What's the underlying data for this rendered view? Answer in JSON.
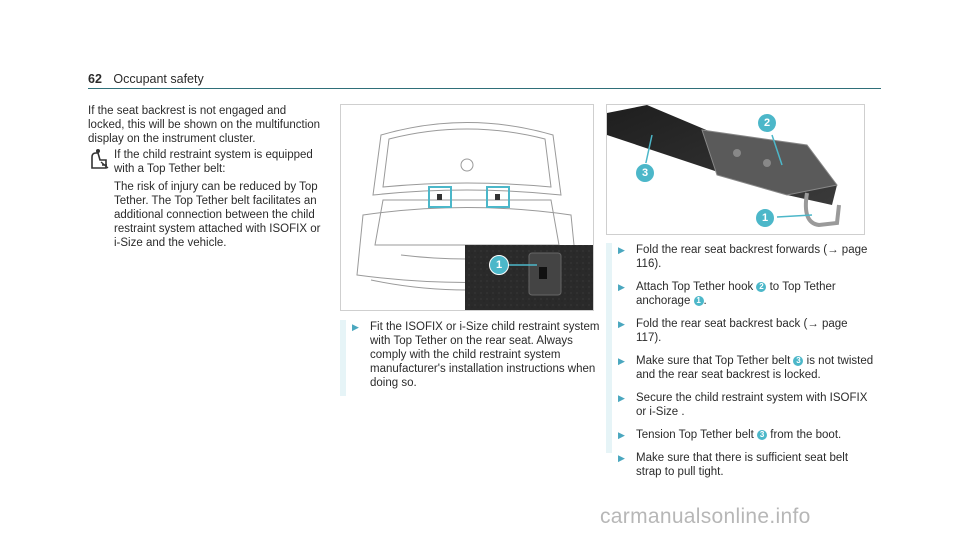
{
  "header": {
    "page_number": "62",
    "section": "Occupant safety"
  },
  "intro": {
    "text": "If the seat backrest is not engaged and locked, this will be shown on the multifunction display on the instrument cluster.",
    "warning_title": "If the child restraint system is equipped with a Top Tether belt:",
    "warning_body": "The risk of injury can be reduced by Top Tether. The Top Tether belt facilitates an additional connection between the child restraint system attached with ISOFIX or i-Size and the vehicle."
  },
  "figure1": {
    "callout": "1"
  },
  "figure2": {
    "callouts": [
      "2",
      "3",
      "1"
    ]
  },
  "steps1": [
    {
      "text": "Fit the ISOFIX or i-Size child restraint system with Top Tether on the rear seat. Always comply with the child restraint system manufacturer's installation instructions when doing so."
    }
  ],
  "steps2": [
    {
      "pre": "Fold the rear seat backrest forwards (→ page 116).",
      "badge": "",
      "post": ""
    },
    {
      "pre": "Attach Top Tether hook ",
      "badge": "2",
      "mid": " to Top Tether anchorage ",
      "badge2": "1",
      "post": "."
    },
    {
      "pre": "Fold the rear seat backrest back (→ page 117).",
      "badge": "",
      "post": ""
    },
    {
      "pre": "Make sure that Top Tether belt ",
      "badge": "3",
      "post": " is not twisted and the rear seat backrest is locked."
    },
    {
      "pre": "Secure the child restraint system with ISOFIX or i-Size .",
      "badge": "",
      "post": ""
    },
    {
      "pre": "Tension Top Tether belt ",
      "badge": "3",
      "post": " from the boot."
    },
    {
      "pre": "Make sure that there is sufficient seat belt strap to pull tight.",
      "badge": "",
      "post": ""
    }
  ],
  "watermark": "carmanualsonline.info",
  "colors": {
    "accent": "#4cb7c9",
    "rule": "#2f6f79",
    "step_bar": "#e6f4f7"
  }
}
